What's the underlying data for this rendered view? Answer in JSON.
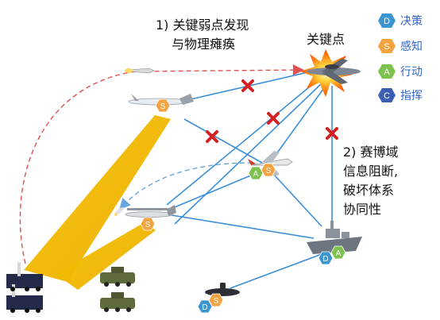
{
  "annotations": {
    "critical_node": "关键点",
    "point1_line1": "1) 关键弱点发现",
    "point1_line2": "与物理瘫痪",
    "point2_line1": "2) 赛博域",
    "point2_line2": "信息阻断,",
    "point2_line3": "破坏体系",
    "point2_line4": "协同性"
  },
  "legend": [
    {
      "letter": "D",
      "label": "决策",
      "color": "#3b95d0"
    },
    {
      "letter": "S",
      "label": "感知",
      "color": "#f4a341"
    },
    {
      "letter": "A",
      "label": "行动",
      "color": "#7dc24d"
    },
    {
      "letter": "C",
      "label": "指挥",
      "color": "#3a5fb0"
    }
  ],
  "badges": {
    "uav1": "S",
    "fighter_a": "A",
    "fighter_s": "S",
    "uav2": "S",
    "ship_d": "D",
    "ship_a": "A",
    "sub_s": "S",
    "sub_d": "D"
  },
  "colors": {
    "link": "#3b8fd8",
    "cut_mark": "#d32020",
    "radar_beam": "#f0b400",
    "dashed_attack": "#e05050",
    "dashed_track": "#6aa7dc"
  }
}
